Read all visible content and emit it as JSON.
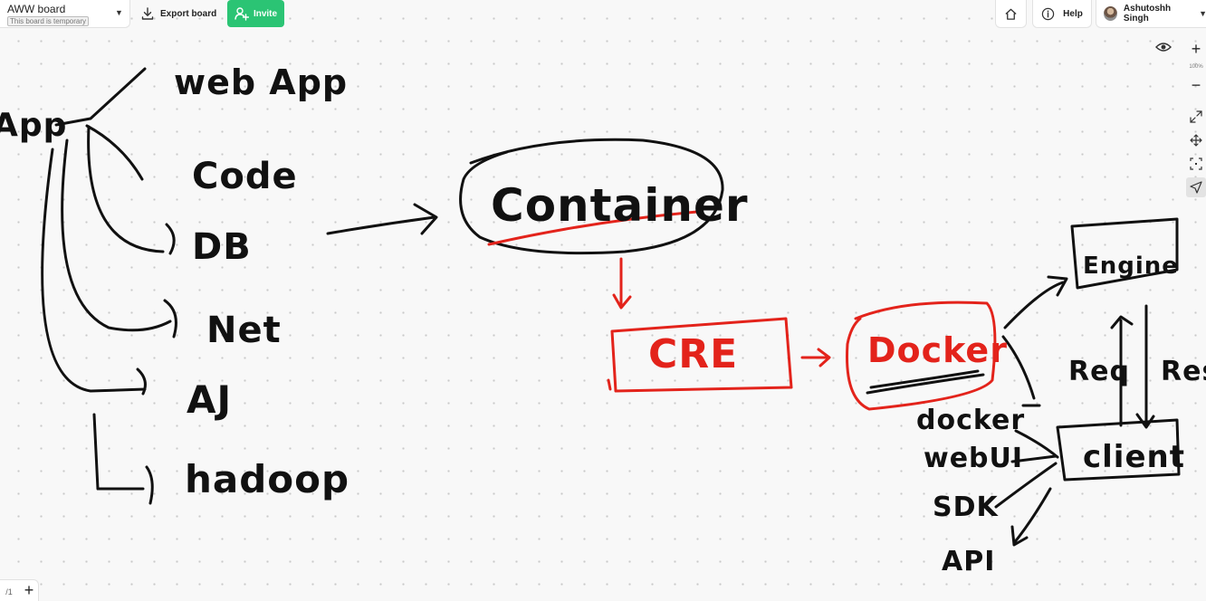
{
  "board": {
    "name": "AWW board",
    "temporary_note": "This board is temporary"
  },
  "toolbar": {
    "export_label": "Export board",
    "invite_label": "Invite",
    "help_label": "Help",
    "user_name": "Ashutoshh Singh",
    "zoom_level": "100%",
    "page_indicator": "/1"
  },
  "icons": {
    "dropdown": "chevron-down-icon",
    "export": "download-icon",
    "invite": "add-user-icon",
    "home": "home-icon",
    "help": "info-icon",
    "view": "eye-icon",
    "fullscreen": "expand-icon",
    "pan": "move-icon",
    "fit": "fit-screen-icon",
    "pointer": "pointer-icon"
  },
  "colors": {
    "invite_bg": "#2bc474",
    "ink_black": "#111111",
    "ink_red": "#e3231b"
  },
  "whiteboard": {
    "left_tree": {
      "root": "App",
      "branches": [
        "web App",
        "Code",
        "DB",
        "Net",
        "AJ",
        "hadoop"
      ]
    },
    "container": "Container",
    "cre": "CRE",
    "docker": "Docker",
    "engine": "Engine",
    "client": "client",
    "req": "Req",
    "res": "Res",
    "client_inputs": [
      "docker",
      "webUI",
      "SDK",
      "API"
    ]
  }
}
